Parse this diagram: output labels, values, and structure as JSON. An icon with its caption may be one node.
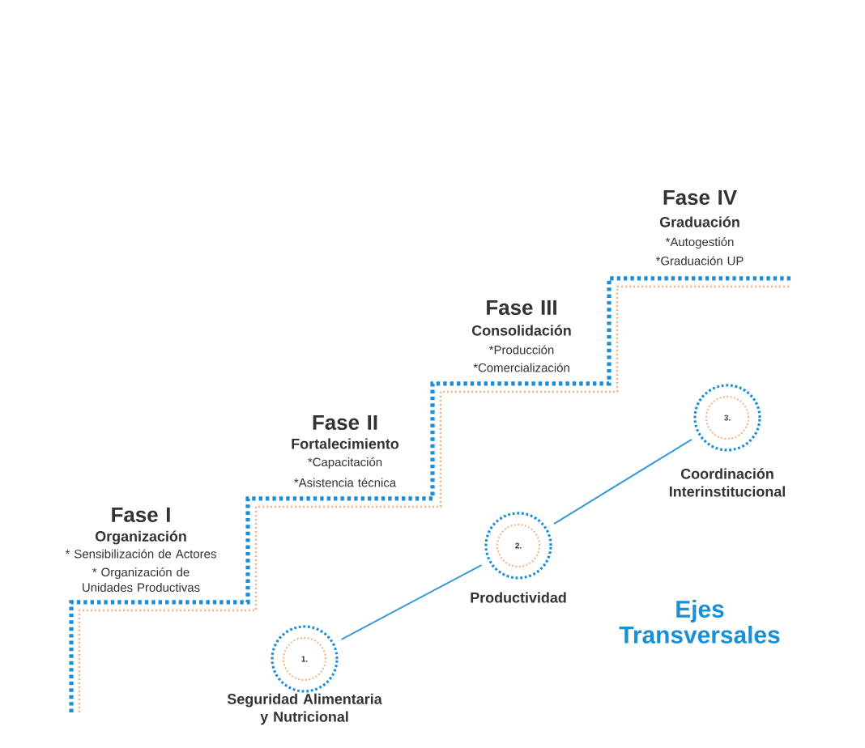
{
  "diagram": {
    "nodes": [
      {
        "text": [
          "1."
        ],
        "beside": [
          "Seguridad Alimentaria y Nutricional"
        ]
      },
      {
        "text": [
          "2."
        ],
        "beside": [
          "Productividad"
        ]
      },
      {
        "text": [
          "3."
        ],
        "beside": [
          "Coordinación Interinstitucional"
        ]
      }
    ],
    "edges": [
      {
        "from": 0,
        "to": 1,
        "arrow": "none"
      },
      {
        "from": 1,
        "to": 2,
        "arrow": "none"
      }
    ],
    "labels": [
      "Fase IV",
      "Graduación",
      "*Autogestión",
      "*Graduación UP",
      "Fase III",
      "Consolidación",
      "*Producción",
      "*Comercialización",
      "Fase II",
      "Fortalecimiento",
      "*Capacitación",
      "*Asistencia técnica",
      "Fase I",
      "Organización",
      "* Sensibilización de Actores",
      "* Organización de Unidades Productivas",
      "Ejes Transversales"
    ]
  }
}
